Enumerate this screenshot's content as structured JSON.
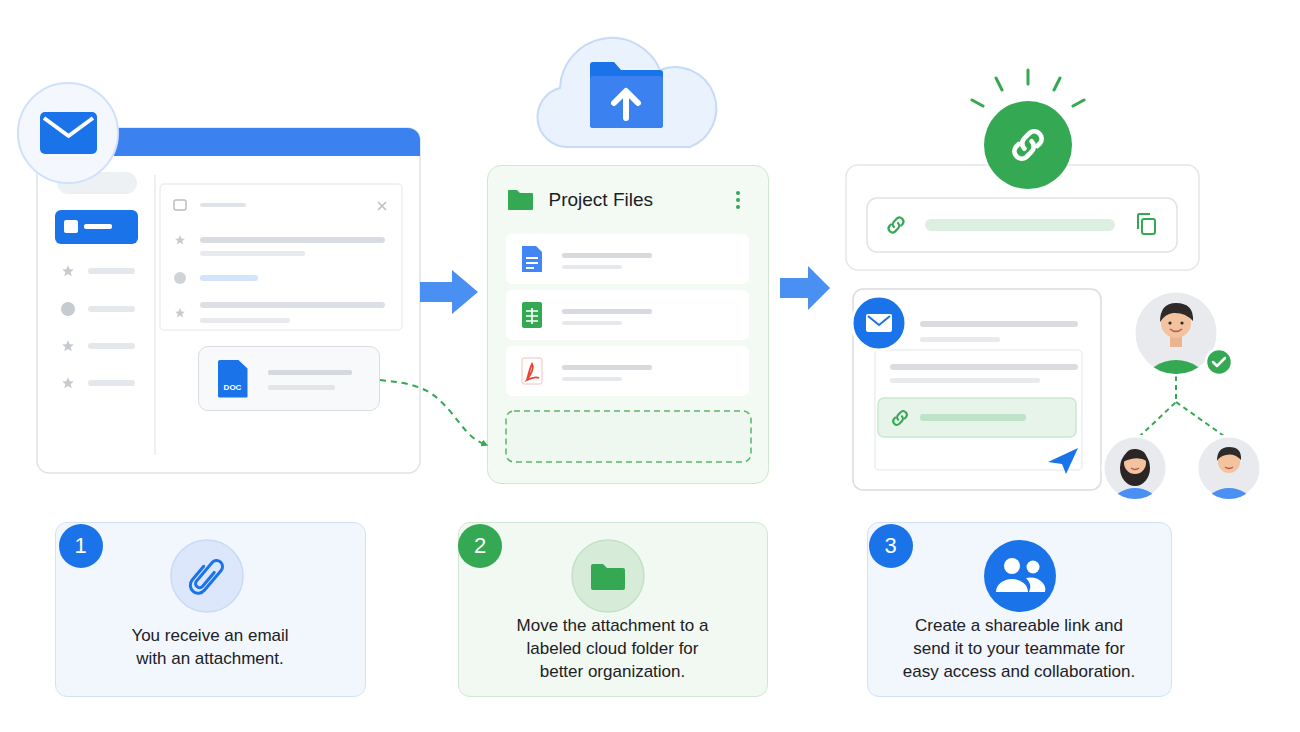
{
  "diagram": {
    "nodes": [
      {
        "text": [
          "DOC"
        ]
      },
      {
        "text": [
          "Project Files"
        ]
      },
      {
        "text": [
          "You receive an email with an attachment."
        ]
      },
      {
        "text": [
          "1"
        ],
        "in": 2
      },
      {
        "text": [
          "Move the attachment to a labeled cloud folder for better organization."
        ]
      },
      {
        "text": [
          "2"
        ],
        "in": 4
      },
      {
        "text": [
          "Create a shareable link and send it to your teammate for easy access and collaboration."
        ]
      },
      {
        "text": [
          "3"
        ],
        "in": 6
      }
    ],
    "edges": [
      {
        "from": 0,
        "to": 1,
        "arrow": "to"
      }
    ]
  }
}
